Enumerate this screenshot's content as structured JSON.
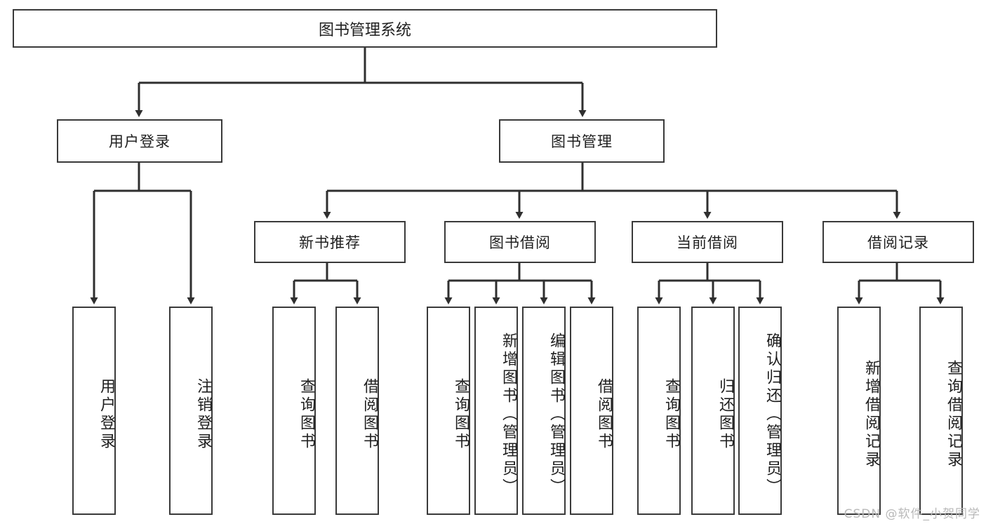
{
  "diagram": {
    "title": "图书管理系统",
    "type": "tree",
    "orientation": "top-down",
    "colors": {
      "box_border": "#3a3a3a",
      "box_fill": "#ffffff",
      "edge": "#2f2f2f",
      "text": "#1f1f1f",
      "watermark": "#b9b9b9"
    },
    "root": {
      "id": "root",
      "label": "图书管理系统"
    },
    "level1": [
      {
        "id": "user-login",
        "label": "用户登录"
      },
      {
        "id": "book-manage",
        "label": "图书管理"
      }
    ],
    "level2": [
      {
        "id": "new-book-recommend",
        "label": "新书推荐",
        "parent": "book-manage"
      },
      {
        "id": "book-borrow",
        "label": "图书借阅",
        "parent": "book-manage"
      },
      {
        "id": "current-borrow",
        "label": "当前借阅",
        "parent": "book-manage"
      },
      {
        "id": "borrow-record",
        "label": "借阅记录",
        "parent": "book-manage"
      }
    ],
    "leaves": [
      {
        "id": "leaf-user-login",
        "label": "用户登录",
        "parent": "user-login"
      },
      {
        "id": "leaf-logout",
        "label": "注销登录",
        "parent": "user-login"
      },
      {
        "id": "leaf-query-book-1",
        "label": "查询图书",
        "parent": "new-book-recommend"
      },
      {
        "id": "leaf-borrow-book-1",
        "label": "借阅图书",
        "parent": "new-book-recommend"
      },
      {
        "id": "leaf-query-book-2",
        "label": "查询图书",
        "parent": "book-borrow"
      },
      {
        "id": "leaf-add-book",
        "label": "新增图书（管理员）",
        "parent": "book-borrow"
      },
      {
        "id": "leaf-edit-book",
        "label": "编辑图书（管理员）",
        "parent": "book-borrow"
      },
      {
        "id": "leaf-borrow-book-2",
        "label": "借阅图书",
        "parent": "book-borrow"
      },
      {
        "id": "leaf-query-book-3",
        "label": "查询图书",
        "parent": "current-borrow"
      },
      {
        "id": "leaf-return-book",
        "label": "归还图书",
        "parent": "current-borrow"
      },
      {
        "id": "leaf-confirm-return",
        "label": "确认归还（管理员）",
        "parent": "current-borrow"
      },
      {
        "id": "leaf-add-record",
        "label": "新增借阅记录",
        "parent": "borrow-record"
      },
      {
        "id": "leaf-query-record",
        "label": "查询借阅记录",
        "parent": "borrow-record"
      }
    ]
  },
  "watermark": {
    "text": "CSDN @软件_小贺同学"
  }
}
